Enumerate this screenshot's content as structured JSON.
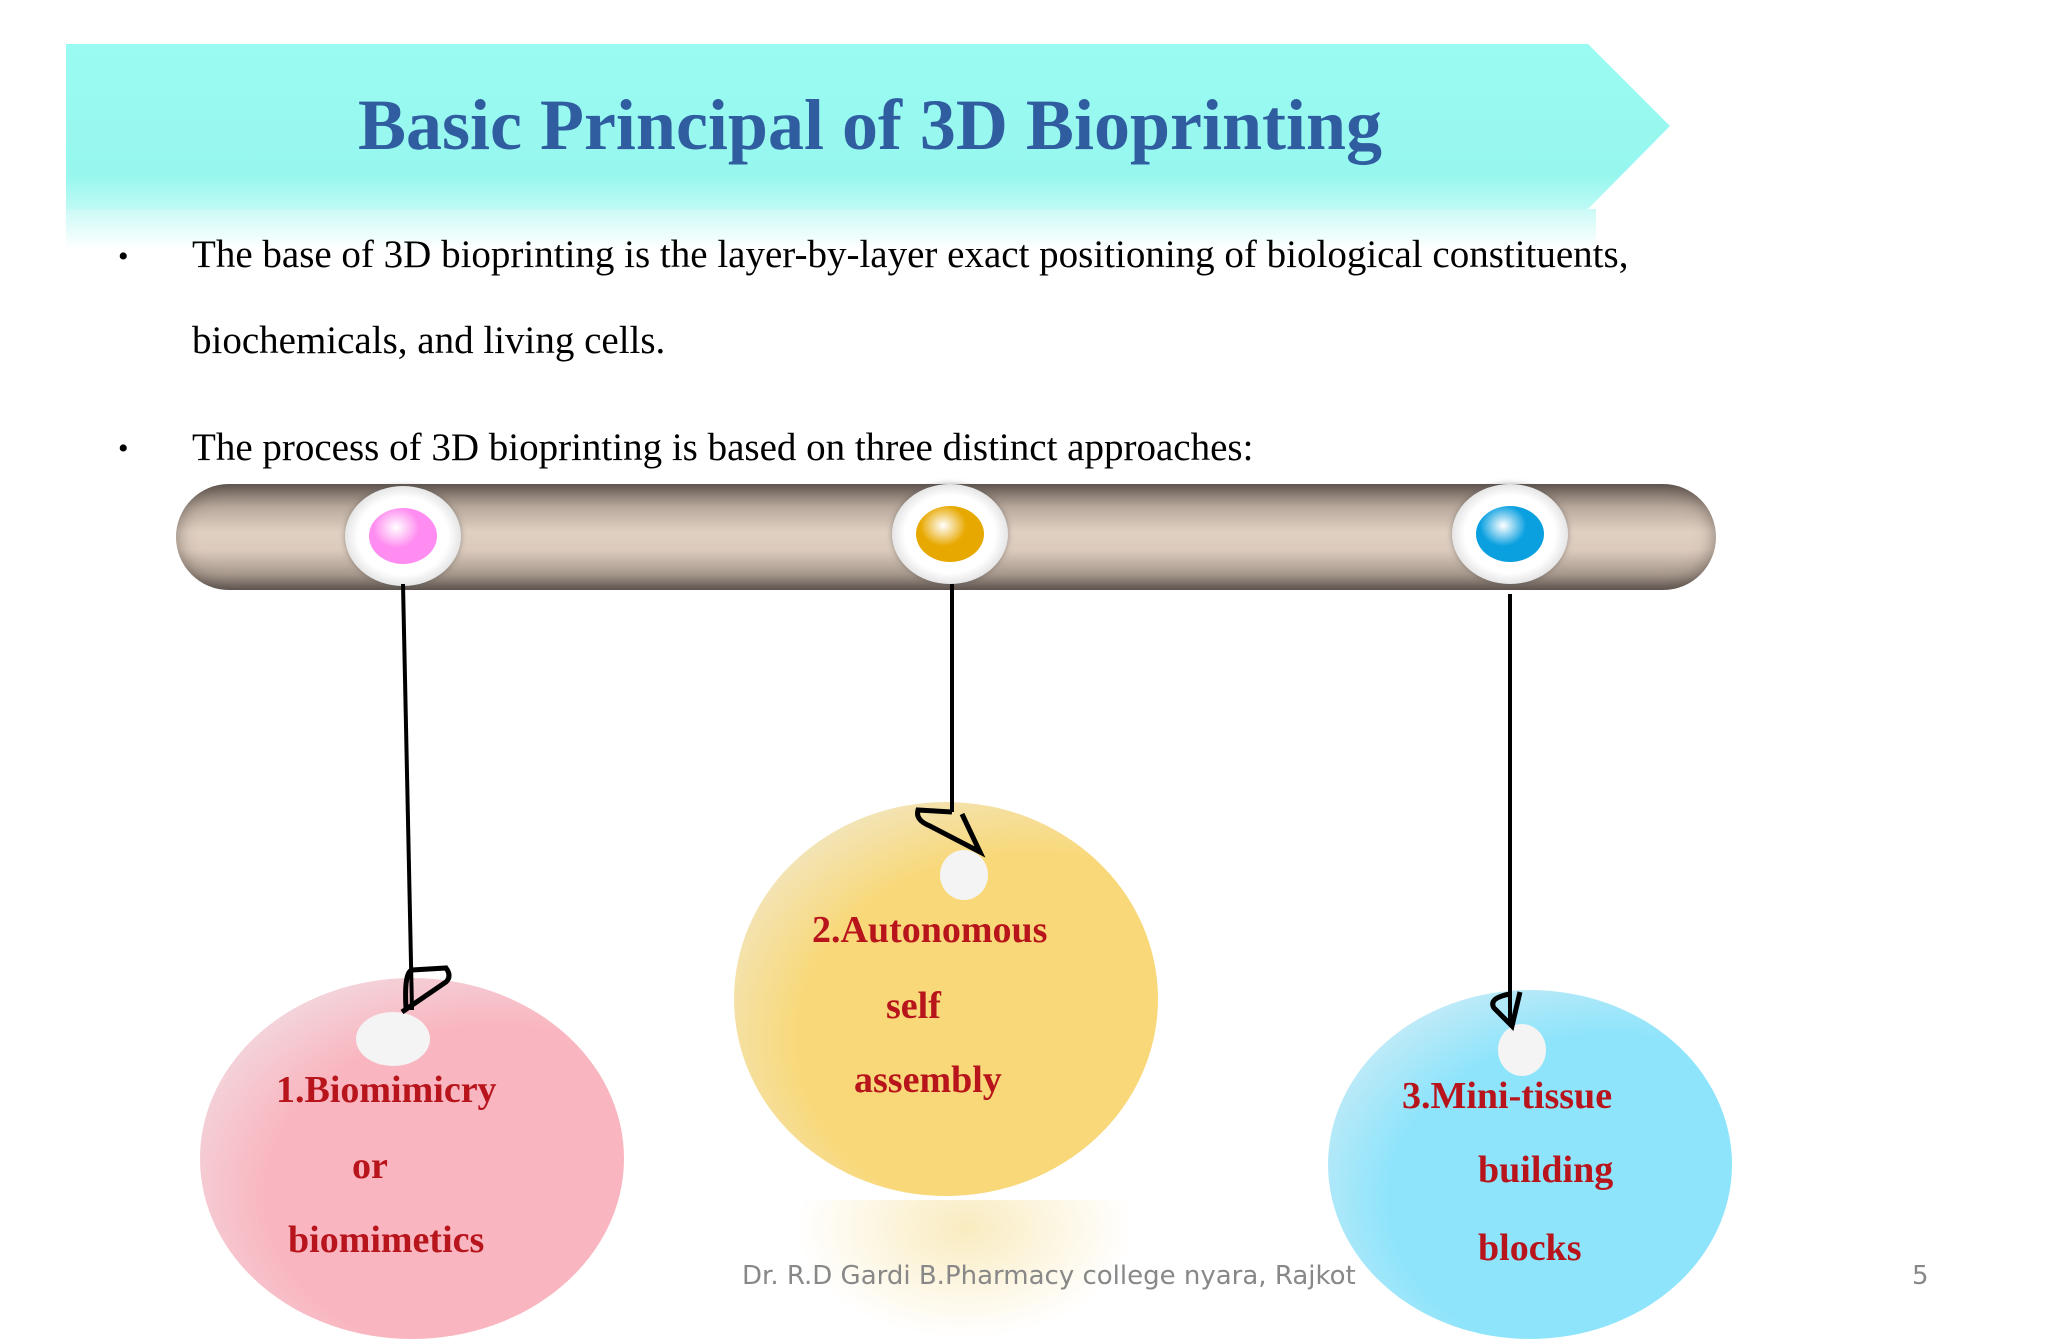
{
  "slide": {
    "title": "Basic Principal of 3D Bioprinting",
    "bullets": [
      {
        "line1": "The base of 3D bioprinting is the layer-by-layer exact positioning of biological constituents,",
        "line2": "biochemicals, and living cells."
      },
      {
        "line1": "The process of 3D bioprinting is based on three distinct approaches:"
      }
    ],
    "bullet_symbol": "•"
  },
  "approaches": [
    {
      "lines": [
        "1.Biomimicry",
        "or",
        "biomimetics"
      ],
      "knob_color": "#ff8cf0",
      "bubble_color": "#f9b6c0"
    },
    {
      "lines": [
        "2.Autonomous",
        "self",
        "assembly"
      ],
      "knob_color": "#e7a800",
      "bubble_color": "#f8d878"
    },
    {
      "lines": [
        "3.Mini-tissue",
        "building",
        "blocks"
      ],
      "knob_color": "#0aa0e0",
      "bubble_color": "#8de4fb"
    }
  ],
  "footer": {
    "credit": "Dr. R.D Gardi B.Pharmacy college nyara, Rajkot",
    "page_number": "5"
  }
}
